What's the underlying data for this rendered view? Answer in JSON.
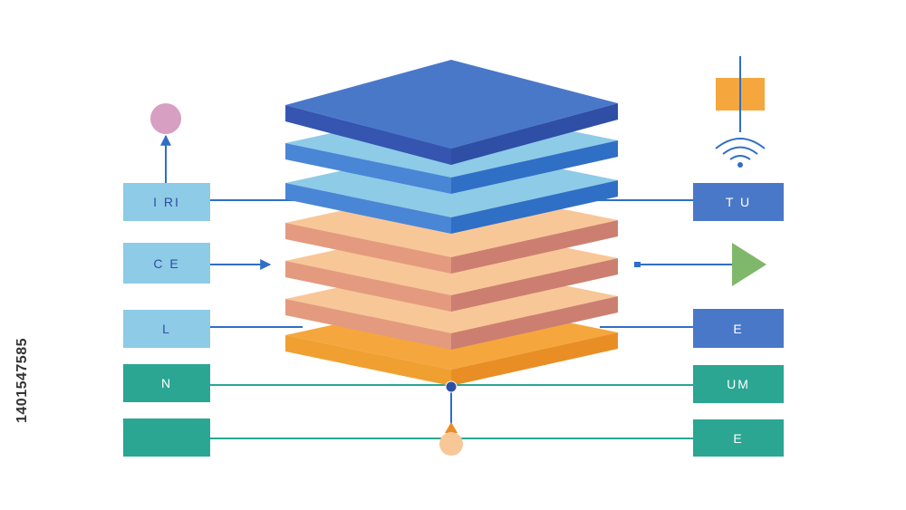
{
  "colors": {
    "dark_blue_top": "#4a78c9",
    "dark_blue_side": "#2f4ea6",
    "light_blue_top": "#8ecbe6",
    "light_blue_side": "#2f6fc6",
    "peach_top": "#f8c798",
    "peach_side": "#cc7f70",
    "orange_top": "#f5a73e",
    "orange_side": "#e98e24",
    "blue_box": "#4a78c9",
    "light_blue_box": "#8ecbe6",
    "teal_box": "#2aa693",
    "line_blue": "#2f6fc6",
    "line_teal": "#2aa693",
    "pink_circle": "#d79fc2",
    "green_triangle": "#7fb86b",
    "orange_square": "#f5a73e",
    "peach_circle": "#f8c798"
  },
  "left_boxes": [
    {
      "label": "I RI",
      "color": "light_blue"
    },
    {
      "label": "C E",
      "color": "light_blue"
    },
    {
      "label": "L",
      "color": "light_blue"
    },
    {
      "label": "N",
      "color": "teal"
    },
    {
      "label": "",
      "color": "teal"
    }
  ],
  "right_boxes": [
    {
      "label": "T U",
      "color": "blue"
    },
    {
      "label": "E",
      "color": "blue"
    },
    {
      "label": "UM",
      "color": "teal"
    },
    {
      "label": "E",
      "color": "teal"
    }
  ],
  "icons": {
    "top_left": "pink-circle-icon",
    "top_right": "wifi-signal-icon",
    "right_middle": "green-triangle-icon",
    "bottom_center": "peach-circle-icon"
  },
  "watermark": {
    "id_text": "1401547585"
  }
}
